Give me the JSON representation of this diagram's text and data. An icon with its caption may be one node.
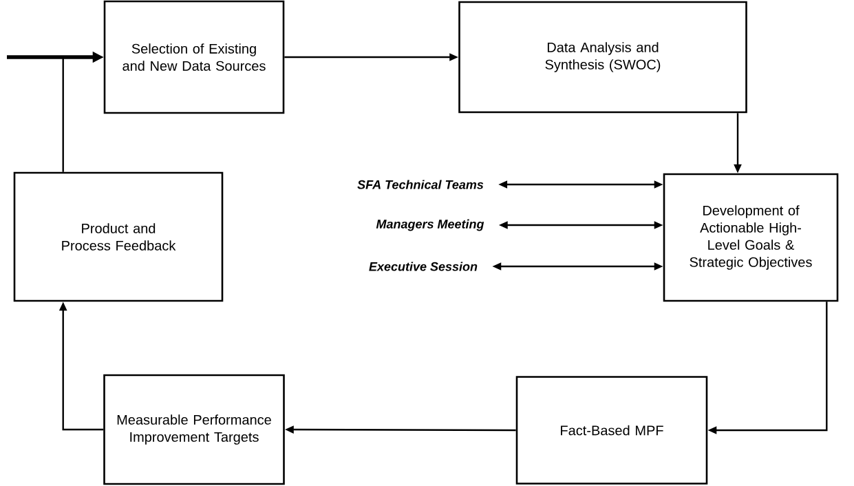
{
  "diagram": {
    "nodes": [
      {
        "text": [
          "Selection of Existing and New Data Sources"
        ]
      },
      {
        "text": [
          "Data Analysis and Synthesis (SWOC)"
        ]
      },
      {
        "text": [
          "Development of Actionable High-Level Goals & Strategic Objectives"
        ]
      },
      {
        "text": [
          "Fact-Based MPF"
        ]
      },
      {
        "text": [
          "Measurable Performance Improvement Targets"
        ]
      },
      {
        "text": [
          "Product and Process Feedback"
        ]
      },
      {
        "text": [
          "SFA Technical Teams"
        ]
      },
      {
        "text": [
          "Managers Meeting"
        ]
      },
      {
        "text": [
          "Executive Session"
        ]
      }
    ],
    "edges": [
      {
        "from": null,
        "to": 0,
        "arrow": "to",
        "style": "thick"
      },
      {
        "from": 0,
        "to": 1,
        "arrow": "to"
      },
      {
        "from": 1,
        "to": 2,
        "arrow": "to"
      },
      {
        "from": 2,
        "to": 3,
        "arrow": "to"
      },
      {
        "from": 3,
        "to": 4,
        "arrow": "to"
      },
      {
        "from": 4,
        "to": 5,
        "arrow": "to"
      },
      {
        "from": 5,
        "to": 0,
        "arrow": "to"
      },
      {
        "from": 6,
        "to": 2,
        "arrow": "both"
      },
      {
        "from": 7,
        "to": 2,
        "arrow": "both"
      },
      {
        "from": 8,
        "to": 2,
        "arrow": "both"
      }
    ]
  }
}
